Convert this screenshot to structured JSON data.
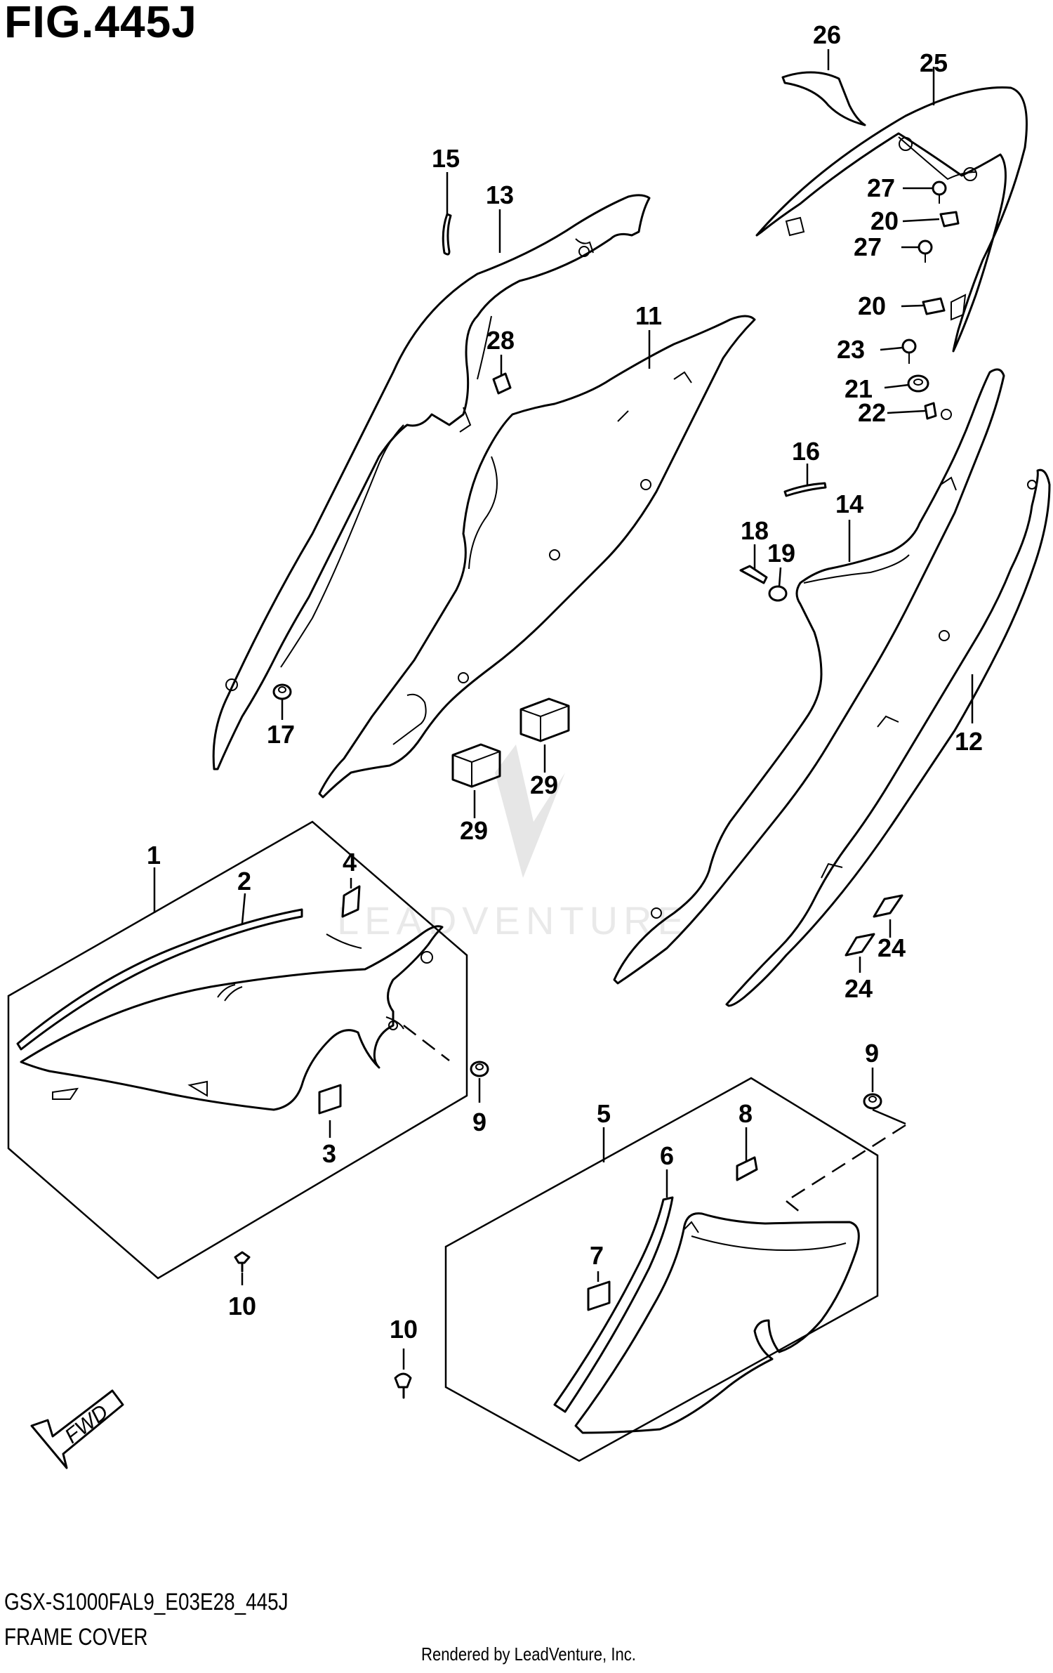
{
  "figure": {
    "title": "FIG.445J",
    "model_code": "GSX-S1000FAL9_E03E28_445J",
    "section_name": "FRAME COVER",
    "credit": "Rendered by LeadVenture, Inc.",
    "watermark": "LEADVENTURE",
    "direction_label": "FWD"
  },
  "callouts": {
    "c1": "1",
    "c2": "2",
    "c3": "3",
    "c4": "4",
    "c5": "5",
    "c6": "6",
    "c7": "7",
    "c8": "8",
    "c9a": "9",
    "c9b": "9",
    "c10a": "10",
    "c10b": "10",
    "c11": "11",
    "c12": "12",
    "c13": "13",
    "c14": "14",
    "c15": "15",
    "c16": "16",
    "c17": "17",
    "c18": "18",
    "c19": "19",
    "c20a": "20",
    "c20b": "20",
    "c21": "21",
    "c22": "22",
    "c23": "23",
    "c24a": "24",
    "c24b": "24",
    "c25": "25",
    "c26": "26",
    "c27a": "27",
    "c27b": "27",
    "c28": "28",
    "c29a": "29",
    "c29b": "29"
  }
}
